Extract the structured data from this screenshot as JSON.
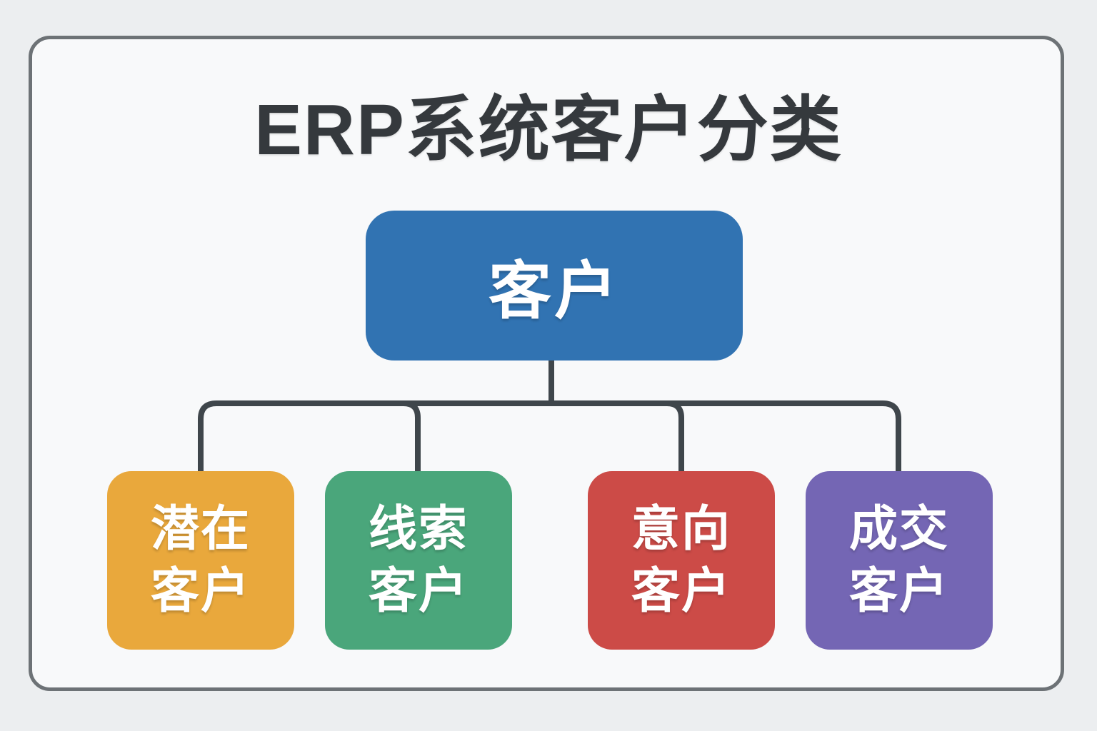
{
  "title": "ERP系统客户分类",
  "colors": {
    "background": "#eceef0",
    "panel": "#f8f9fa",
    "frame_border": "#6d7276",
    "connector": "#3f464b",
    "title_text": "#35393d",
    "node_text": "#ffffff"
  },
  "tree": {
    "root": {
      "label": "客户",
      "color": "#3173b2"
    },
    "children": [
      {
        "label": "潜在客户",
        "line1": "潜在",
        "line2": "客户",
        "color": "#e9a83c"
      },
      {
        "label": "线索客户",
        "line1": "线索",
        "line2": "客户",
        "color": "#4aa67b"
      },
      {
        "label": "意向客户",
        "line1": "意向",
        "line2": "客户",
        "color": "#cc4b47"
      },
      {
        "label": "成交客户",
        "line1": "成交",
        "line2": "客户",
        "color": "#7466b4"
      }
    ]
  }
}
